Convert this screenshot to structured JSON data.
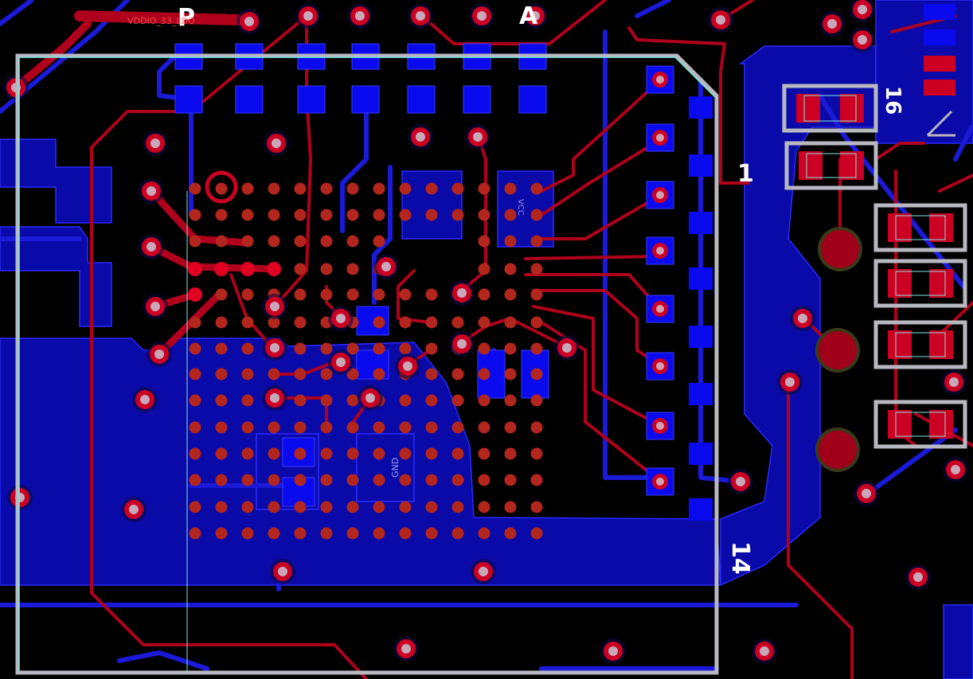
{
  "view": {
    "title": "PCB Layout",
    "colors": {
      "background": "#000000",
      "bottom_copper": "#0a0aa8",
      "bottom_trace": "#1a1ad8",
      "top_trace": "#b0001c",
      "top_pad": "#cc0022",
      "via_ring": "#c8c8d0",
      "silkscreen": "#ffffff",
      "outline": "#b8b8c0",
      "accent_outline": "#7fe8e0"
    }
  },
  "silkscreen": {
    "label_p": "P",
    "label_a": "A",
    "label_1": "1",
    "label_14": "14",
    "label_16": "16"
  },
  "nets": {
    "top_left_net": "VDDIO_33_LDO",
    "gnd": "GND",
    "vcc": "VCC"
  }
}
